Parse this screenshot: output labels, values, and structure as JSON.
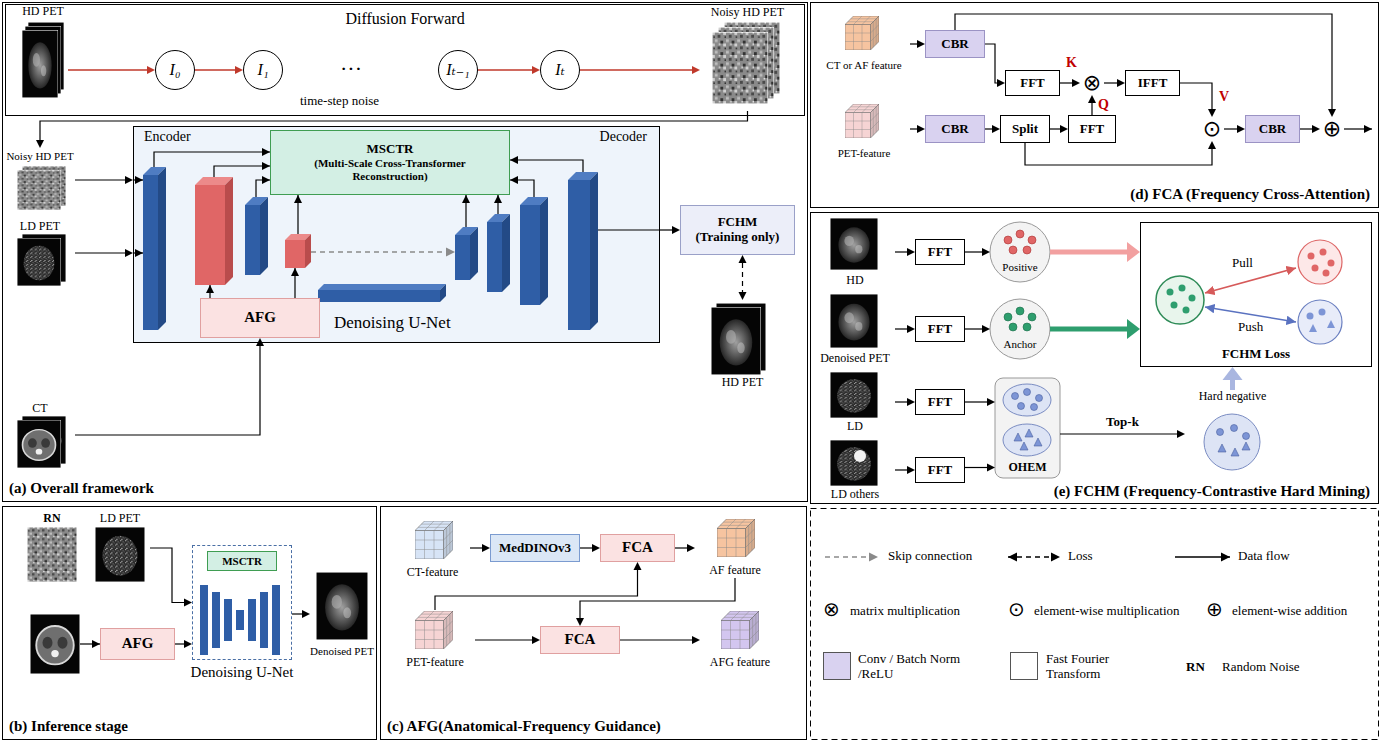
{
  "diagram": {
    "nodes": [
      {
        "text": [
          "(a) Overall framework"
        ]
      },
      {
        "text": [
          "Diffusion Forward"
        ],
        "in": 0
      },
      {
        "text": [
          "HD PET"
        ],
        "in": 1
      },
      {
        "text": [
          "I₀"
        ],
        "in": 1
      },
      {
        "text": [
          "I₁"
        ],
        "in": 1
      },
      {
        "text": [
          "Iₜ₋₁"
        ],
        "in": 1
      },
      {
        "text": [
          "Iₜ"
        ],
        "in": 1
      },
      {
        "text": [
          "Noisy HD PET"
        ],
        "in": 1
      },
      {
        "text": [
          "Encoder",
          "Decoder",
          "Denoising U-Net"
        ],
        "in": 0
      },
      {
        "text": [
          "MSCTR",
          "(Multi-Scale Cross-Transformer Reconstruction)"
        ],
        "in": 8
      },
      {
        "text": [
          "AFG"
        ],
        "in": 8
      },
      {
        "text": [
          "Noisy HD PET"
        ],
        "in": 0
      },
      {
        "text": [
          "LD PET"
        ],
        "in": 0
      },
      {
        "text": [
          "CT"
        ],
        "in": 0
      },
      {
        "text": [
          "FCHM",
          "(Training only)"
        ],
        "in": 0
      },
      {
        "text": [
          "HD PET"
        ],
        "in": 0
      },
      {
        "text": [
          "(b) Inference stage"
        ]
      },
      {
        "text": [
          "RN"
        ],
        "in": 16
      },
      {
        "text": [
          "LD PET"
        ],
        "in": 16
      },
      {
        "text": [
          "AFG"
        ],
        "in": 16
      },
      {
        "text": [
          "Denoising U-Net"
        ],
        "in": 16
      },
      {
        "text": [
          "MSCTR"
        ],
        "in": 20
      },
      {
        "text": [
          "Denoised PET"
        ],
        "in": 16
      },
      {
        "text": [
          "(c) AFG(Anatomical-Frequency Guidance)"
        ]
      },
      {
        "text": [
          "CT-feature"
        ],
        "in": 23
      },
      {
        "text": [
          "MedDINOv3"
        ],
        "in": 23
      },
      {
        "text": [
          "FCA"
        ],
        "in": 23
      },
      {
        "text": [
          "AF feature"
        ],
        "in": 23
      },
      {
        "text": [
          "PET-feature"
        ],
        "in": 23
      },
      {
        "text": [
          "FCA"
        ],
        "in": 23
      },
      {
        "text": [
          "AFG feature"
        ],
        "in": 23
      },
      {
        "text": [
          "(d) FCA (Frequency Cross-Attention)"
        ]
      },
      {
        "text": [
          "CT or AF feature"
        ],
        "in": 31
      },
      {
        "text": [
          "PET-feature"
        ],
        "in": 31
      },
      {
        "text": [
          "CBR"
        ],
        "in": 31
      },
      {
        "text": [
          "CBR"
        ],
        "in": 31
      },
      {
        "text": [
          "FFT"
        ],
        "in": 31
      },
      {
        "text": [
          "Split"
        ],
        "in": 31
      },
      {
        "text": [
          "FFT"
        ],
        "in": 31
      },
      {
        "text": [
          "IFFT"
        ],
        "in": 31
      },
      {
        "text": [
          "CBR"
        ],
        "in": 31
      },
      {
        "text": [
          "⊗"
        ],
        "in": 31
      },
      {
        "text": [
          "⊙"
        ],
        "in": 31
      },
      {
        "text": [
          "⊕"
        ],
        "in": 31
      },
      {
        "text": [
          "(e) FCHM (Frequency-Contrastive Hard Mining)"
        ]
      },
      {
        "text": [
          "HD"
        ],
        "in": 44
      },
      {
        "text": [
          "Denoised PET"
        ],
        "in": 44
      },
      {
        "text": [
          "LD"
        ],
        "in": 44
      },
      {
        "text": [
          "LD others"
        ],
        "in": 44
      },
      {
        "text": [
          "FFT"
        ],
        "in": 44
      },
      {
        "text": [
          "FFT"
        ],
        "in": 44
      },
      {
        "text": [
          "FFT"
        ],
        "in": 44
      },
      {
        "text": [
          "FFT"
        ],
        "in": 44
      },
      {
        "text": [
          "Positive"
        ],
        "in": 44
      },
      {
        "text": [
          "Anchor"
        ],
        "in": 44
      },
      {
        "text": [
          "OHEM"
        ],
        "in": 44
      },
      {
        "text": [
          "Hard negative"
        ],
        "in": 44
      },
      {
        "text": [
          "FCHM Loss"
        ],
        "in": 44
      }
    ],
    "edges": [
      {
        "from": 2,
        "to": 3,
        "arrow": "to"
      },
      {
        "from": 3,
        "to": 4,
        "arrow": "to"
      },
      {
        "from": 5,
        "to": 6,
        "arrow": "to"
      },
      {
        "from": 6,
        "to": 7,
        "arrow": "to"
      },
      {
        "from": 7,
        "to": 11,
        "arrow": "to"
      },
      {
        "from": 11,
        "to": 8,
        "arrow": "to"
      },
      {
        "from": 12,
        "to": 8,
        "arrow": "to"
      },
      {
        "from": 13,
        "to": 10,
        "arrow": "to"
      },
      {
        "from": 8,
        "to": 14,
        "arrow": "to"
      },
      {
        "from": 14,
        "to": 15,
        "arrow": "both"
      },
      {
        "from": 18,
        "to": 20,
        "arrow": "to"
      },
      {
        "from": 19,
        "to": 20,
        "arrow": "to"
      },
      {
        "from": 20,
        "to": 22,
        "arrow": "to"
      },
      {
        "from": 24,
        "to": 25,
        "arrow": "to"
      },
      {
        "from": 25,
        "to": 26,
        "arrow": "to"
      },
      {
        "from": 26,
        "to": 27,
        "arrow": "to"
      },
      {
        "from": 28,
        "to": 26,
        "arrow": "to"
      },
      {
        "from": 27,
        "to": 29,
        "arrow": "to"
      },
      {
        "from": 28,
        "to": 29,
        "arrow": "to"
      },
      {
        "from": 29,
        "to": 30,
        "arrow": "to"
      },
      {
        "from": 32,
        "to": 34,
        "arrow": "to"
      },
      {
        "from": 33,
        "to": 35,
        "arrow": "to"
      },
      {
        "from": 34,
        "to": 36,
        "arrow": "to"
      },
      {
        "from": 36,
        "to": 41,
        "arrow": "to"
      },
      {
        "from": 38,
        "to": 41,
        "arrow": "to"
      },
      {
        "from": 41,
        "to": 39,
        "arrow": "to"
      },
      {
        "from": 39,
        "to": 42,
        "arrow": "to"
      },
      {
        "from": 37,
        "to": 42,
        "arrow": "to"
      },
      {
        "from": 42,
        "to": 40,
        "arrow": "to"
      },
      {
        "from": 40,
        "to": 43,
        "arrow": "to"
      },
      {
        "from": 34,
        "to": 43,
        "arrow": "to"
      },
      {
        "from": 35,
        "to": 37,
        "arrow": "to"
      },
      {
        "from": 37,
        "to": 38,
        "arrow": "to"
      },
      {
        "from": 45,
        "to": 49,
        "arrow": "to"
      },
      {
        "from": 46,
        "to": 50,
        "arrow": "to"
      },
      {
        "from": 47,
        "to": 51,
        "arrow": "to"
      },
      {
        "from": 48,
        "to": 52,
        "arrow": "to"
      },
      {
        "from": 49,
        "to": 53,
        "arrow": "to"
      },
      {
        "from": 50,
        "to": 54,
        "arrow": "to"
      },
      {
        "from": 51,
        "to": 55,
        "arrow": "to"
      },
      {
        "from": 52,
        "to": 55,
        "arrow": "to"
      },
      {
        "from": 55,
        "to": 56,
        "label": "Top-k",
        "arrow": "to"
      },
      {
        "from": 53,
        "to": 57,
        "arrow": "to"
      },
      {
        "from": 54,
        "to": 57,
        "arrow": "to"
      },
      {
        "from": 56,
        "to": 57,
        "arrow": "to"
      }
    ],
    "labels": [
      "···",
      "time-step noise",
      "K",
      "Q",
      "V",
      "Pull",
      "Push",
      "⊗",
      "⊙",
      "⊕",
      "RN"
    ],
    "legend": [
      {
        "text": "Skip connection"
      },
      {
        "text": "Loss"
      },
      {
        "text": "Data flow"
      },
      {
        "text": "matrix multiplication"
      },
      {
        "text": "element-wise multiplication"
      },
      {
        "text": "element-wise addition"
      },
      {
        "text": "Conv / Batch Norm /ReLU",
        "color": "#d9d2f0"
      },
      {
        "text": "Fast Fourier Transform",
        "color": "#ffffff"
      },
      {
        "text": "Random Noise"
      }
    ]
  }
}
